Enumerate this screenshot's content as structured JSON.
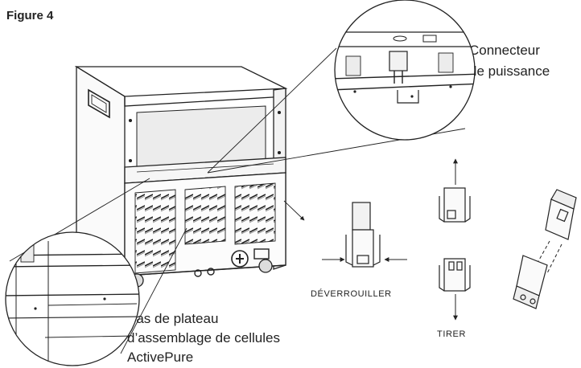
{
  "figure": {
    "title": "Figure 4"
  },
  "callouts": {
    "power_connector": [
      "Connecteur",
      "de puissance"
    ],
    "tray_bottom": [
      "Bas de plateau",
      "d’assemblage de cellules",
      "ActivePure"
    ]
  },
  "steps": {
    "unlock": "DÉVERROUILLER",
    "pull": "TIRER"
  }
}
